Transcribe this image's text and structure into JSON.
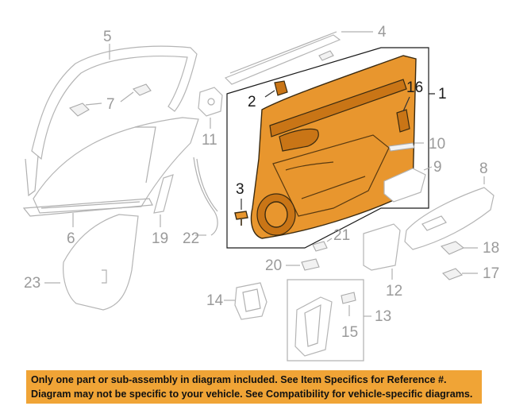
{
  "callouts": {
    "n1": "1",
    "n2": "2",
    "n3": "3",
    "n4": "4",
    "n5": "5",
    "n6": "6",
    "n7": "7",
    "n8": "8",
    "n9": "9",
    "n10": "10",
    "n11": "11",
    "n12": "12",
    "n13": "13",
    "n14": "14",
    "n15": "15",
    "n16": "16",
    "n17": "17",
    "n18": "18",
    "n19": "19",
    "n20": "20",
    "n21": "21",
    "n22": "22",
    "n23": "23"
  },
  "disclaimer": {
    "line1": "Only one part or sub-assembly in diagram included. See Item Specifics for Reference #.",
    "line2": "Diagram may not be specific to your vehicle. See Compatibility for vehicle-specific diagrams."
  },
  "colors": {
    "highlight": "#e8962e",
    "banner": "#f0a436"
  }
}
